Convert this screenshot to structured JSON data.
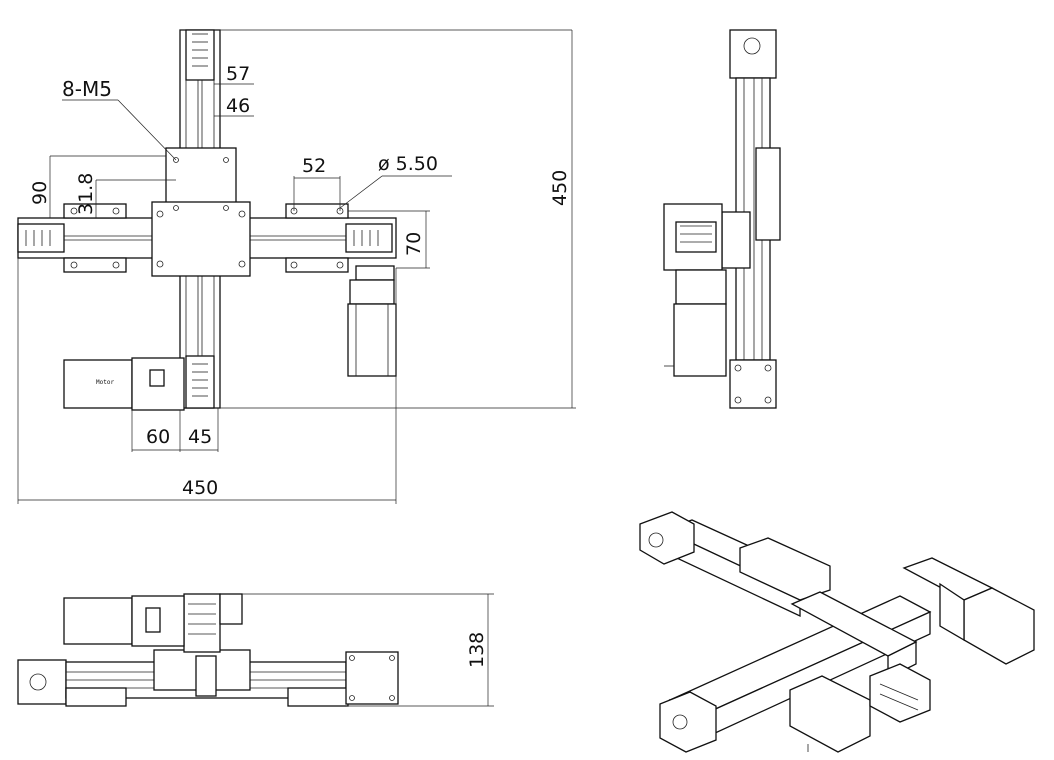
{
  "drawing": {
    "dimensions": {
      "top_width_57": "57",
      "top_width_46": "46",
      "thread_label": "8-M5",
      "left_90": "90",
      "left_31_8": "31.8",
      "hole_spacing_52": "52",
      "hole_diameter": "ø 5.50",
      "right_70": "70",
      "overall_height": "450",
      "motor_60": "60",
      "motor_45": "45",
      "overall_width": "450",
      "side_height_138": "138"
    },
    "motor_text": "Motor"
  }
}
